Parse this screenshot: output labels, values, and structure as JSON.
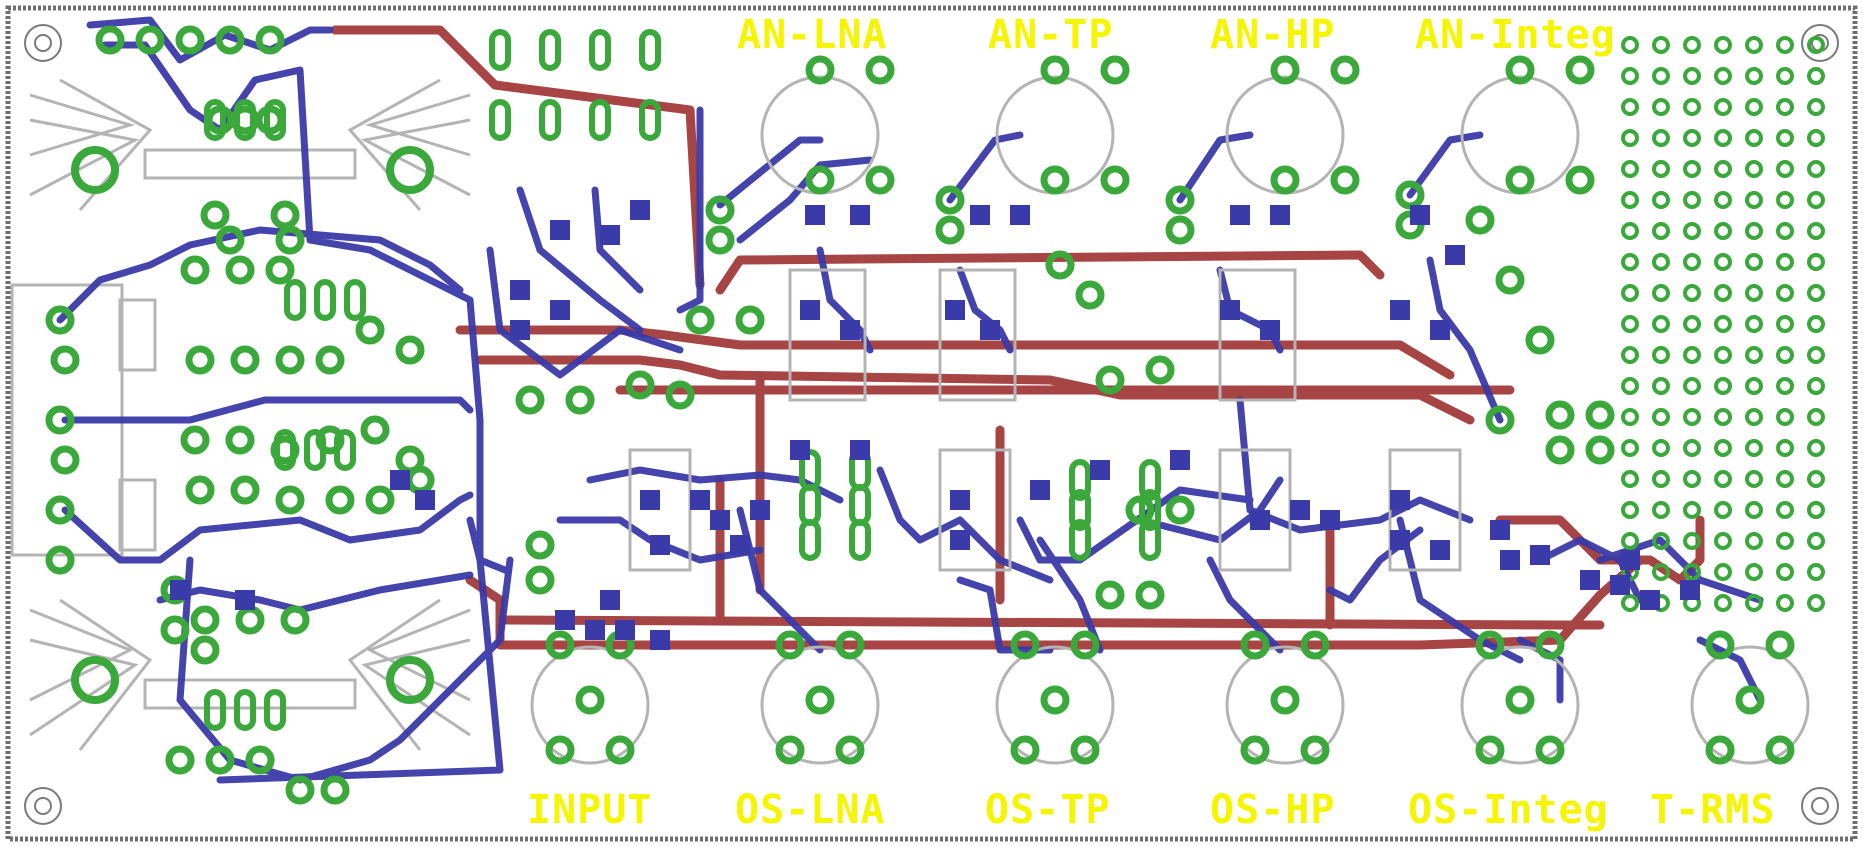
{
  "view": "PCB layout",
  "colors": {
    "background": "#ffffff",
    "outline": "#7a7a7a",
    "top_copper": "#a33a3a",
    "bottom_copper": "#3a3aa8",
    "pad": "#3aa83a",
    "silkscreen": "#b4b4b4",
    "label_text": "#f5f500"
  },
  "labels": {
    "top": [
      "AN-LNA",
      "AN-TP",
      "AN-HP",
      "AN-Integ"
    ],
    "bottom": [
      "INPUT",
      "OS-LNA",
      "OS-TP",
      "OS-HP",
      "OS-Integ",
      "T-RMS"
    ]
  }
}
